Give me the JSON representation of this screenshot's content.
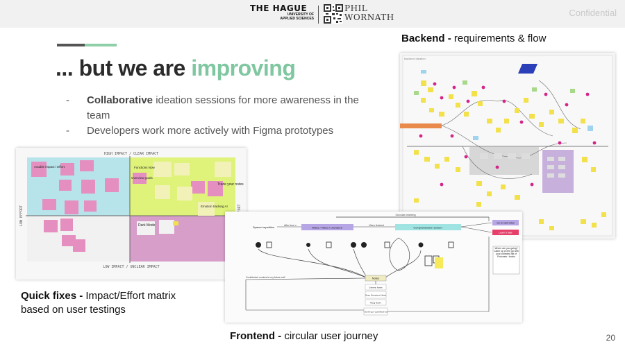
{
  "header": {
    "logo_hague_main": "THE HAGUE",
    "logo_hague_sub1": "UNIVERSITY OF",
    "logo_hague_sub2": "APPLIED SCIENCES",
    "logo_phil_1": "PHIL",
    "logo_phil_2": "WORNATH",
    "confidential": "Confidential"
  },
  "slide": {
    "title_prefix": "... but we are ",
    "title_highlight": "improving",
    "bullets": [
      {
        "dash": "-",
        "bold": "Collaborative",
        "text": " ideation sessions for more awareness in the team"
      },
      {
        "dash": "-",
        "bold": "",
        "text": "Developers work more actively with Figma prototypes"
      }
    ],
    "page_number": "20"
  },
  "captions": {
    "backend_bold": "Backend -",
    "backend_text": " requirements & flow",
    "quick_bold": "Quick fixes -",
    "quick_text1": " Impact/Effort matrix",
    "quick_text2": "based on user testings",
    "frontend_bold": "Frontend -",
    "frontend_text": " circular user journey"
  },
  "matrix": {
    "top_label": "HIGH IMPACT / CLEAR IMPACT",
    "bottom_label": "LOW IMPACT / UNCLEAR IMPACT",
    "left_label": "LOW EFFORT",
    "right_label": "HIGH EFFORT",
    "notes": {
      "actable": "Actable impact / Effort",
      "funtions": "Functions Now",
      "overview": "Overview goals",
      "trade": "Trade your notes",
      "dark": "Dark Mode",
      "emotion": "Emotion tracking AI"
    }
  },
  "frontend": {
    "circular_learning": "Circular learning",
    "speed_rep": "Spaced repetition",
    "after_time": "After time x",
    "notes_video": "Notes / Video / Literature",
    "video_finished": "Video finished",
    "comprehension": "Comprehension screen",
    "next_video": "Go to next video",
    "learn_later": "Learn it later",
    "notes": "Notes",
    "contribute": "Contributed content to my future self",
    "generic_notes": "Generic Notes",
    "open_questions": "Open Questions Notes",
    "mcq": "MCQ Notes",
    "do_it": "\"Do the go\" Contribute loo",
    "where": "Where are you going? Catch up on the go with your collected list of Podcasts / books"
  },
  "colors": {
    "accent_green": "#7fc7a0",
    "accent_dark": "#555555",
    "quad_blue": "#b7e3ea",
    "quad_lime": "#dff27a",
    "quad_pink": "#d69ec9",
    "sticky_yellow": "#f6ea5a",
    "sticky_pink": "#e58fc0",
    "frontend_purple": "#b7a6e6",
    "frontend_teal": "#9fe3e3"
  }
}
